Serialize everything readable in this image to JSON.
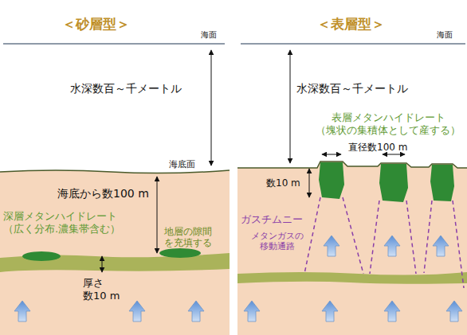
{
  "diagram": {
    "labels": [
      "＜砂層型＞",
      "＜表層型＞",
      "海面",
      "水深数百～千メートル",
      "海底面",
      "海底から数100 m",
      "深層メタンハイドレート （広く分布.濃集帯含む）",
      "地層の隙間 を充填する",
      "厚さ 数10 m",
      "海面",
      "水深数百～千メートル",
      "表層メタンハイドレート （塊状の集積体として産する）",
      "直径数100 m",
      "数10 m",
      "ガスチムニー",
      "メタンガスの 移動通路"
    ]
  }
}
